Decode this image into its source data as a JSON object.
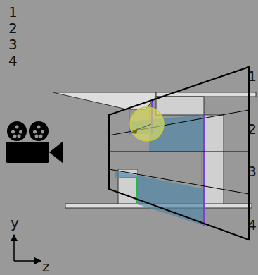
{
  "diagram": {
    "labels": [
      "1",
      "2",
      "3",
      "4",
      "1",
      "2",
      "3",
      "4",
      "y",
      "z"
    ]
  }
}
